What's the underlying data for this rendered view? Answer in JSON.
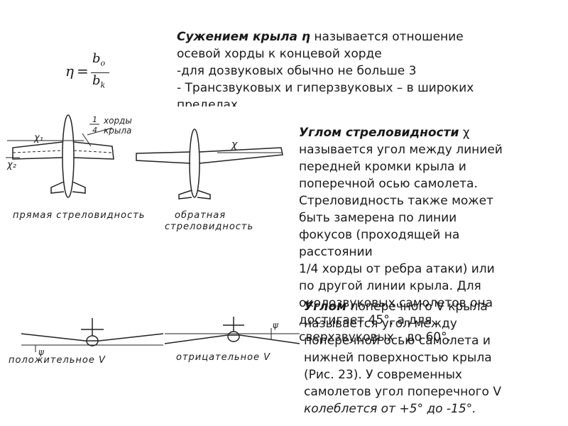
{
  "formula": {
    "lhs": "η",
    "equals": "=",
    "num_main": "b",
    "num_sub": "o",
    "den_main": "b",
    "den_sub": "k"
  },
  "taper": {
    "term": "Сужением крыла η",
    "line1_rest": " называется отношение",
    "line2": "осевой хорды к концевой хорде",
    "line3": "-для дозвуковых обычно не больше 3",
    "line4": "- Трансзвуковых и гиперзвуковых – в широких",
    "line5": "пределах"
  },
  "sweep": {
    "term": "Углом стреловидности",
    "symbol": " χ",
    "lines": [
      "называется угол между линией",
      "передней кромки крыла и",
      "поперечной осью самолета.",
      "Стреловидность также может",
      "быть замерена по линии",
      "фокусов (проходящей на",
      "расстоянии",
      "1/4 хорды от ребра атаки) или",
      "по другой линии крыла. Для",
      "околозвуковых самолетов она",
      "достигает 45°, а для",
      "сверхзвуковых - до 60°."
    ]
  },
  "dihedral": {
    "term": "Углом",
    "line1_rest": " поперечного V крыла",
    "lines": [
      "называется угол между",
      "поперечной осью самолета и",
      "нижней поверхностью крыла",
      "(Рис. 23). У современных",
      "самолетов угол поперечного V"
    ],
    "last_line": "колеблется от +5° до -15°."
  },
  "figures": {
    "quarter_frac_num": "1",
    "quarter_frac_den": "4",
    "chord_word": "хорды",
    "wing_word": "крыла",
    "chi1": "χ₁",
    "chi2": "χ₂",
    "chi": "χ",
    "straight_label": "прямая стреловидность",
    "reverse_label_1": "обратная",
    "reverse_label_2": "стреловидность",
    "psi": "ψ",
    "positive_label": "положительное V",
    "negative_label": "отрицательное V"
  }
}
